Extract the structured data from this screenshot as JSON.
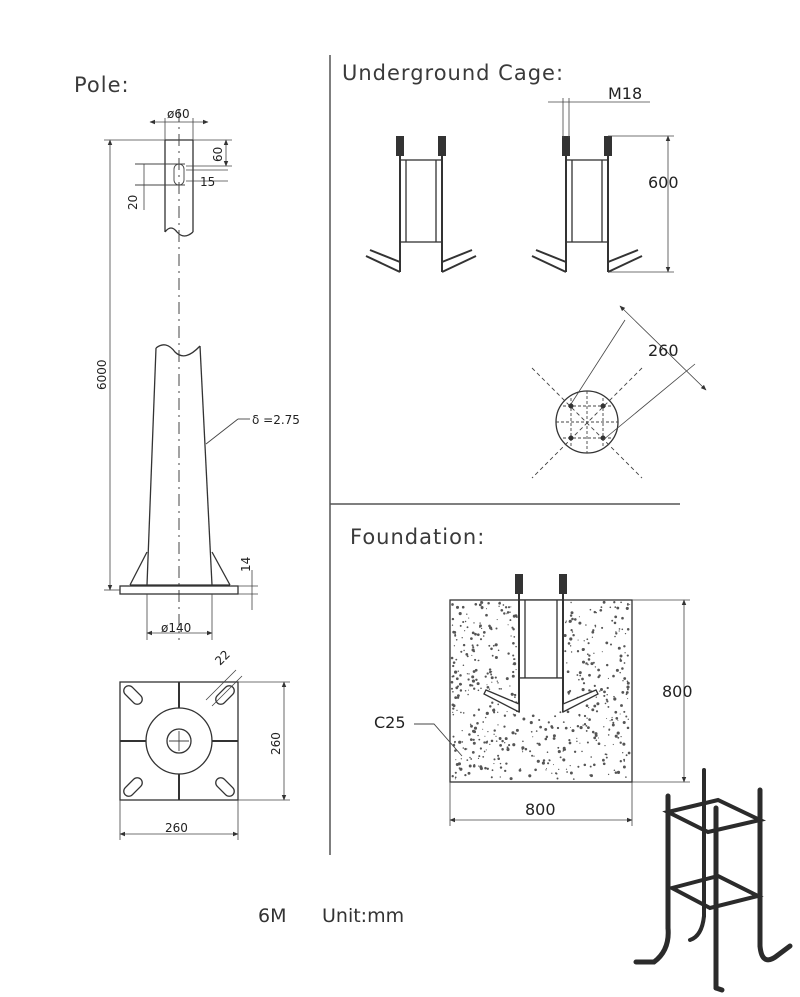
{
  "titles": {
    "pole": "Pole:",
    "cage": "Underground  Cage:",
    "foundation": "Foundation:"
  },
  "pole_dims": {
    "top_diameter": "ø60",
    "top_60": "60",
    "top_15": "15",
    "top_20": "20",
    "height": "6000",
    "thickness": "δ =2.75",
    "base_14": "14",
    "base_diameter": "ø140",
    "hole": "22",
    "plate_side": "260",
    "plate_bottom": "260"
  },
  "cage_dims": {
    "bolt": "M18",
    "height": "600",
    "spacing": "260"
  },
  "foundation_dims": {
    "concrete": "C25",
    "height": "800",
    "width": "800"
  },
  "footer": {
    "height": "6M",
    "unit": "Unit:mm"
  }
}
